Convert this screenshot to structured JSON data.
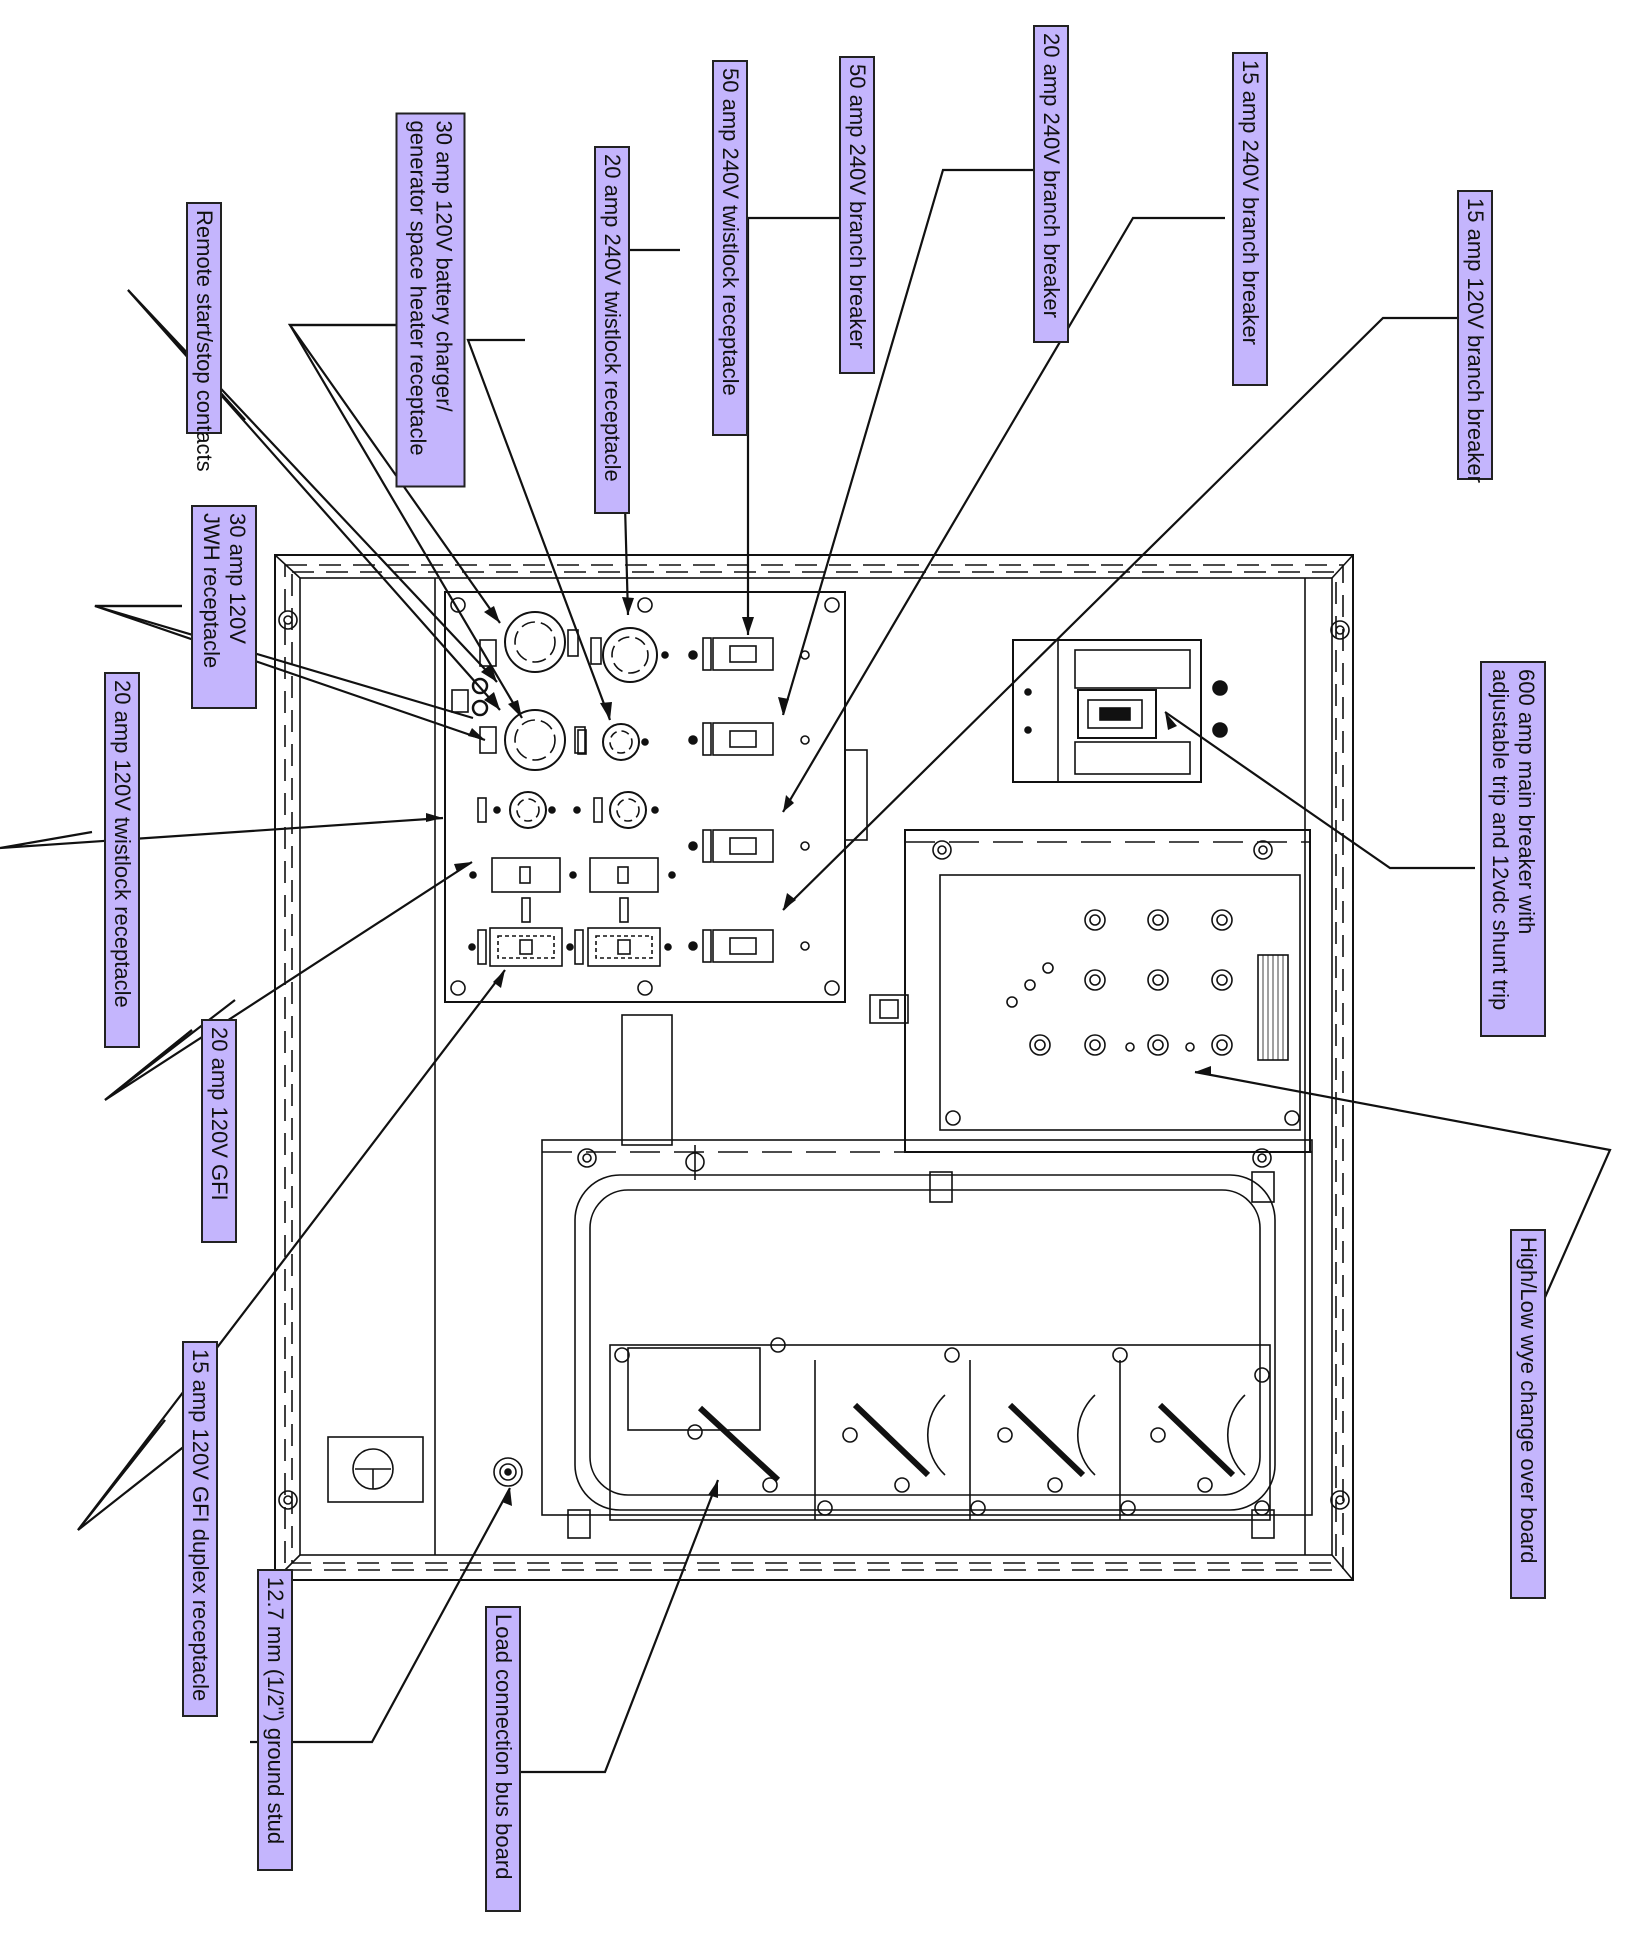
{
  "labels": {
    "remote_start": {
      "lines": [
        "Remote start/stop contacts"
      ]
    },
    "battery_charger": {
      "lines": [
        "30 amp 120V battery charger/",
        "generator space heater receptacle"
      ]
    },
    "twistlock_20_240": {
      "lines": [
        "20 amp 240V twistlock receptacle"
      ]
    },
    "twistlock_50_240": {
      "lines": [
        "50 amp 240V twistlock receptacle"
      ]
    },
    "breaker_50_240": {
      "lines": [
        "50 amp 240V branch breaker"
      ]
    },
    "breaker_20_240": {
      "lines": [
        "20 amp 240V branch breaker"
      ]
    },
    "breaker_15_240": {
      "lines": [
        "15 amp 240V branch breaker"
      ]
    },
    "breaker_15_120": {
      "lines": [
        "15 amp 120V branch breaker"
      ]
    },
    "jwh_30_120": {
      "lines": [
        "30 amp 120V",
        "JWH receptacle"
      ]
    },
    "twistlock_20_120": {
      "lines": [
        "20 amp 120V twistlock receptacle"
      ]
    },
    "gfi_20_120": {
      "lines": [
        "20 amp 120V GFI"
      ]
    },
    "gfi_duplex_15_120": {
      "lines": [
        "15 amp 120V GFI duplex receptacle"
      ]
    },
    "ground_stud": {
      "lines": [
        "12.7 mm (1/2\") ground stud"
      ]
    },
    "load_bus": {
      "lines": [
        "Load connection bus board"
      ]
    },
    "main_breaker": {
      "lines": [
        "600 amp main breaker with",
        "adjustable trip and 12vdc shunt trip"
      ]
    },
    "wye_board": {
      "lines": [
        "High/Low wye change over board"
      ]
    }
  },
  "colors": {
    "label_fill": "#c4b5fd",
    "line": "#111111"
  }
}
